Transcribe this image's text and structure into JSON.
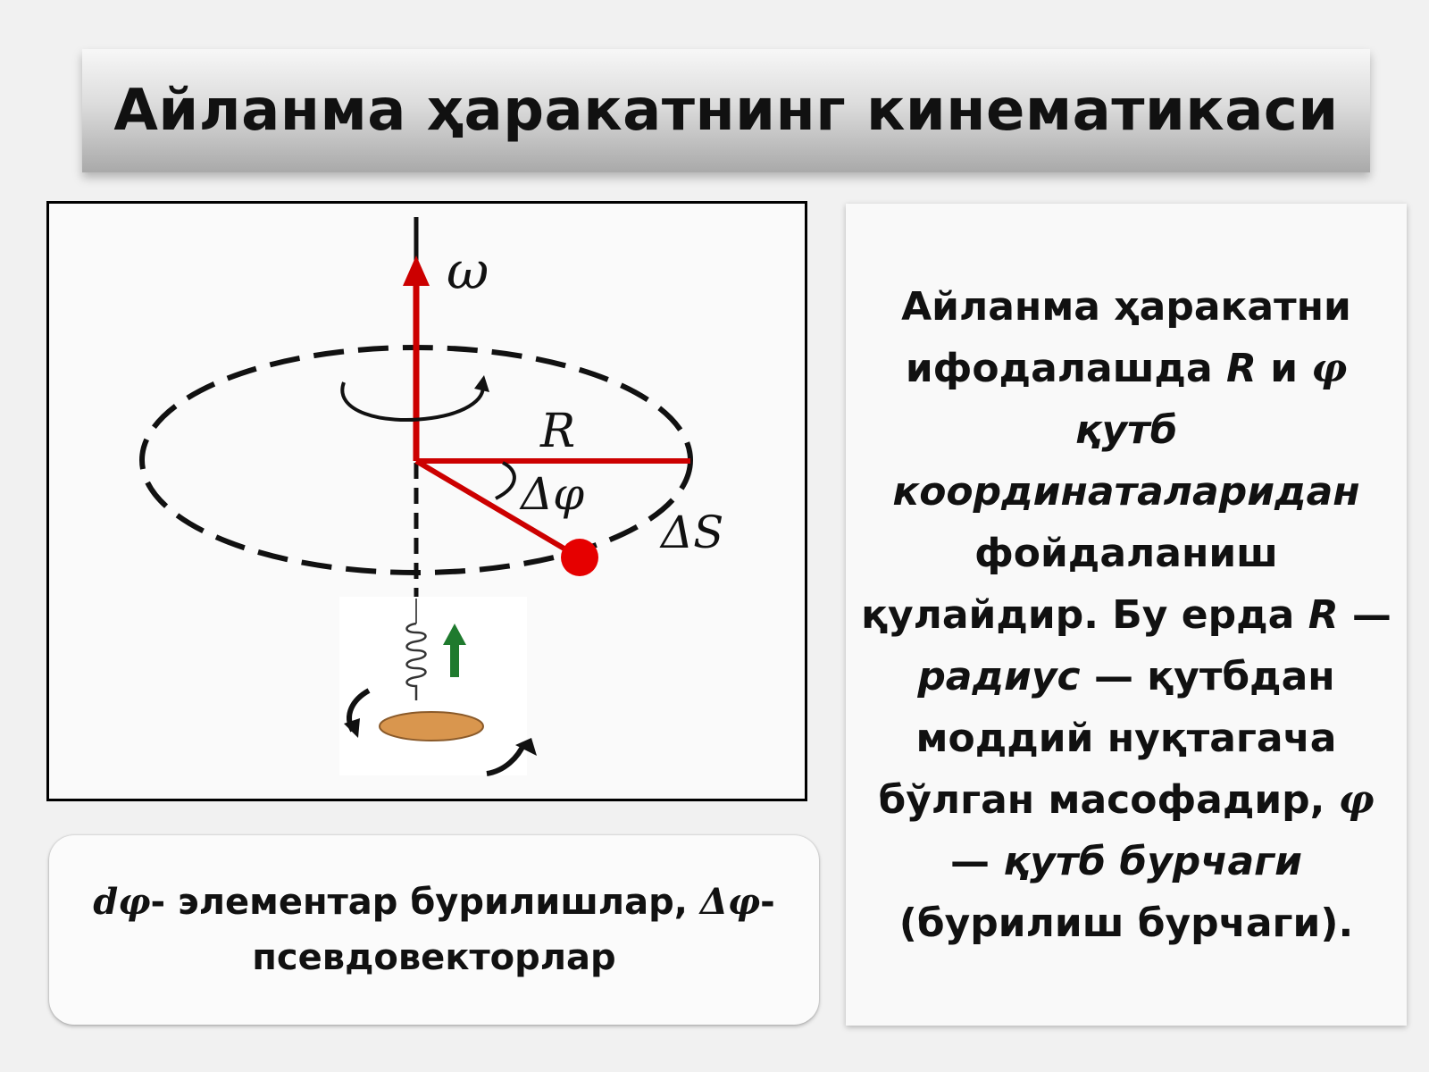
{
  "title": "Айланма ҳаракатнинг кинематикаси",
  "figure": {
    "omega_label": "ω",
    "radius_label": "R",
    "angle_label": "Δφ",
    "arc_label": "ΔS"
  },
  "caption": {
    "d_phi": "dφ",
    "part1": "- элементар бурилишлар, ",
    "delta_phi": "Δφ",
    "part2": "- псевдовекторлар"
  },
  "text_panel": {
    "t1": "Айланма ҳаракатни ифодалашда ",
    "R1": "R",
    "t2": "  и ",
    "phi1": "φ",
    "t3": " ",
    "it1": "қутб координаталаридан",
    "t4": " фойдаланиш қулайдир. Бу ерда ",
    "R2": "R",
    "t5": " — ",
    "it2": "радиус",
    "t6": " — қутбдан моддий нуқтагача бўлган масофадир, ",
    "phi2": "φ",
    "t7": "— ",
    "it3": "қутб бурчаги",
    "t8": " (бурилиш бурчаги)."
  },
  "colors": {
    "vector_red": "#cc0000",
    "ball_red": "#e60000",
    "spring_arrow_green": "#1f7a2e",
    "disc_orange": "#d9964e"
  }
}
